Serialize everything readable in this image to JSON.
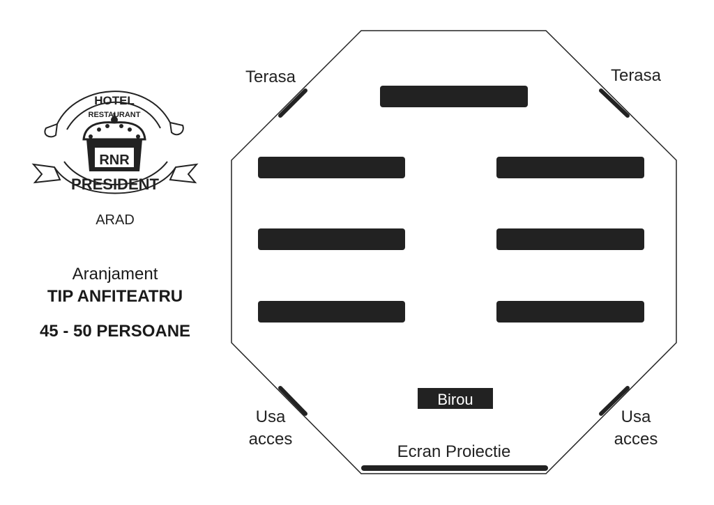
{
  "logo": {
    "hotel": "HOTEL",
    "restaurant": "RESTAURANT",
    "monogram": "RNR",
    "name": "PRESIDENT",
    "city": "ARAD"
  },
  "info": {
    "arrangement": "Aranjament",
    "type": "TIP ANFITEATRU",
    "capacity": "45 - 50 PERSOANE"
  },
  "room": {
    "terrace_left": "Terasa",
    "terrace_right": "Terasa",
    "door_left_line1": "Usa",
    "door_left_line2": "acces",
    "door_right_line1": "Usa",
    "door_right_line2": "acces",
    "desk": "Birou",
    "screen": "Ecran Proiectie",
    "table_rows": 4,
    "tables_per_row": [
      1,
      2,
      2,
      2
    ]
  },
  "colors": {
    "ink": "#222222",
    "paper": "#ffffff"
  }
}
